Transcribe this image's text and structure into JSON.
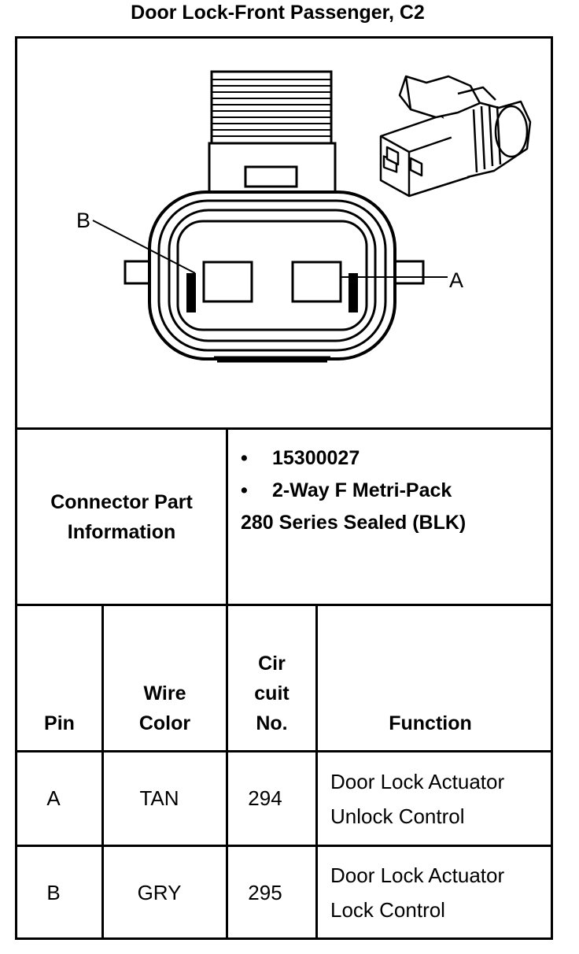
{
  "title": "Door Lock-Front Passenger, C2",
  "diagram": {
    "label_b": "B",
    "label_a": "A"
  },
  "connector_info": {
    "label_line1": "Connector Part",
    "label_line2": "Information",
    "part_number": "15300027",
    "description_line1": "2-Way F Metri-Pack",
    "description_line2": "280 Series Sealed (BLK)"
  },
  "table": {
    "headers": {
      "pin": "Pin",
      "wire_color_line1": "Wire",
      "wire_color_line2": "Color",
      "circuit_line1": "Cir",
      "circuit_line2": "cuit",
      "circuit_line3": "No.",
      "function": "Function"
    },
    "rows": [
      {
        "pin": "A",
        "wire_color": "TAN",
        "circuit": "294",
        "function_line1": "Door Lock Actuator",
        "function_line2": "Unlock Control"
      },
      {
        "pin": "B",
        "wire_color": "GRY",
        "circuit": "295",
        "function_line1": "Door Lock Actuator",
        "function_line2": "Lock Control"
      }
    ]
  }
}
